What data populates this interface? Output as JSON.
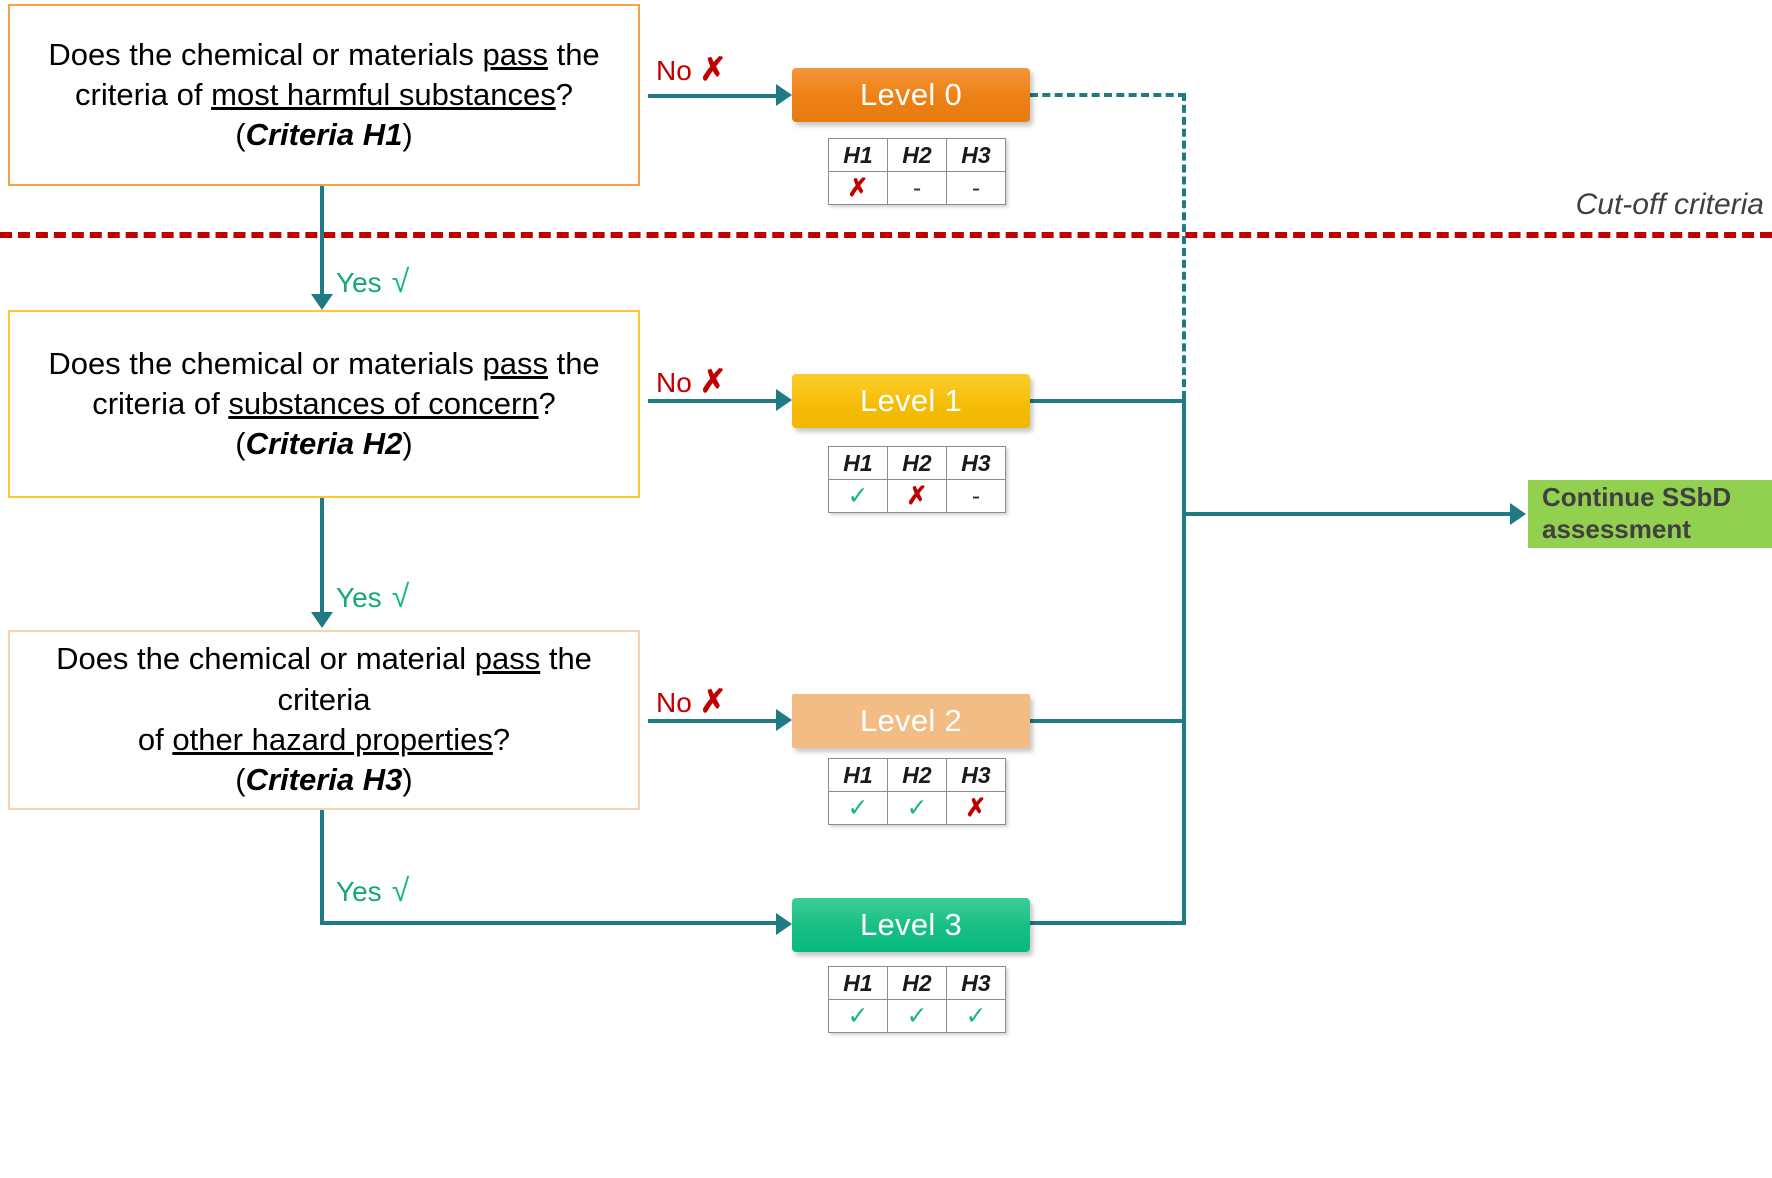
{
  "questions": [
    {
      "id": "q1",
      "line1_a": "Does the chemical or materials ",
      "line1_u": "pass",
      "line1_b": " the",
      "line2_a": "criteria of ",
      "line2_u": "most harmful substances",
      "line2_b": "?",
      "line3_open": "(",
      "line3_crit": "Criteria H1",
      "line3_close": ")",
      "border_color": "#F5A14B"
    },
    {
      "id": "q2",
      "line1_a": "Does the chemical or materials ",
      "line1_u": "pass",
      "line1_b": " the",
      "line2_a": "criteria of ",
      "line2_u": "substances of concern",
      "line2_b": "?",
      "line3_open": "(",
      "line3_crit": "Criteria H2",
      "line3_close": ")",
      "border_color": "#FCC82E"
    },
    {
      "id": "q3",
      "line1_a": "Does the chemical or material ",
      "line1_u": "pass",
      "line1_b": " the criteria",
      "line2_a": "of ",
      "line2_u": "other hazard properties",
      "line2_b": "?",
      "line3_open": "(",
      "line3_crit": "Criteria H3",
      "line3_close": ")",
      "border_color": "#FAD2AD"
    }
  ],
  "levels": [
    {
      "label": "Level 0",
      "color": "#ED8014"
    },
    {
      "label": "Level 1",
      "color": "#F5BC05"
    },
    {
      "label": "Level 2",
      "color": "#F2BC85"
    },
    {
      "label": "Level 3",
      "color": "#08B97C"
    }
  ],
  "table_headers": [
    "H1",
    "H2",
    "H3"
  ],
  "tables": [
    {
      "level": "Level 0",
      "values": [
        "✗",
        "-",
        "-"
      ]
    },
    {
      "level": "Level 1",
      "values": [
        "✓",
        "✗",
        "-"
      ]
    },
    {
      "level": "Level 2",
      "values": [
        "✓",
        "✓",
        "✗"
      ]
    },
    {
      "level": "Level 3",
      "values": [
        "✓",
        "✓",
        "✓"
      ]
    }
  ],
  "edges": {
    "no_label": "No",
    "no_mark": "✗",
    "yes_label": "Yes",
    "yes_mark": "√"
  },
  "cutoff": {
    "label": "Cut-off criteria",
    "line_color": "#C00000"
  },
  "outcome": {
    "line1": "Continue SSbD",
    "line2": "assessment",
    "color": "#92D050"
  },
  "colors": {
    "connector": "#1E7B84",
    "yes_green": "#17B87C",
    "no_red": "#C00000"
  }
}
